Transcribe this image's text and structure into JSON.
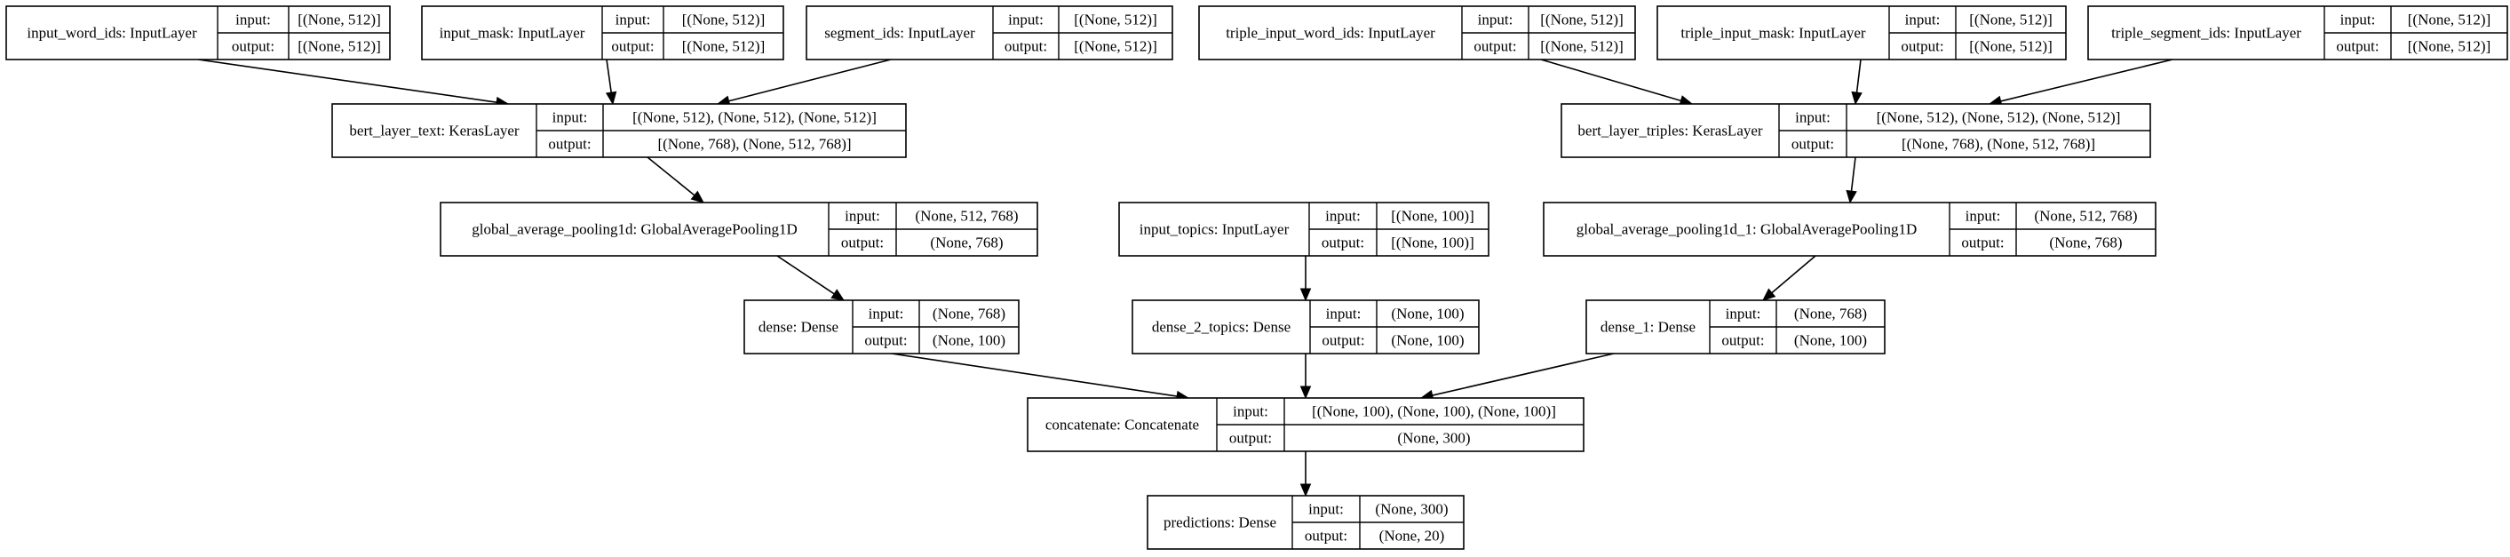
{
  "diagram": {
    "port_labels": {
      "input": "input:",
      "output": "output:"
    },
    "nodes": [
      {
        "id": "input_word_ids",
        "name": "input_word_ids: InputLayer",
        "input": "[(None, 512)]",
        "output": "[(None, 512)]"
      },
      {
        "id": "input_mask",
        "name": "input_mask: InputLayer",
        "input": "[(None, 512)]",
        "output": "[(None, 512)]"
      },
      {
        "id": "segment_ids",
        "name": "segment_ids: InputLayer",
        "input": "[(None, 512)]",
        "output": "[(None, 512)]"
      },
      {
        "id": "triple_input_word_ids",
        "name": "triple_input_word_ids: InputLayer",
        "input": "[(None, 512)]",
        "output": "[(None, 512)]"
      },
      {
        "id": "triple_input_mask",
        "name": "triple_input_mask: InputLayer",
        "input": "[(None, 512)]",
        "output": "[(None, 512)]"
      },
      {
        "id": "triple_segment_ids",
        "name": "triple_segment_ids: InputLayer",
        "input": "[(None, 512)]",
        "output": "[(None, 512)]"
      },
      {
        "id": "bert_layer_text",
        "name": "bert_layer_text: KerasLayer",
        "input": "[(None, 512), (None, 512), (None, 512)]",
        "output": "[(None, 768), (None, 512, 768)]"
      },
      {
        "id": "bert_layer_triples",
        "name": "bert_layer_triples: KerasLayer",
        "input": "[(None, 512), (None, 512), (None, 512)]",
        "output": "[(None, 768), (None, 512, 768)]"
      },
      {
        "id": "global_average_pooling1d",
        "name": "global_average_pooling1d: GlobalAveragePooling1D",
        "input": "(None, 512, 768)",
        "output": "(None, 768)"
      },
      {
        "id": "input_topics",
        "name": "input_topics: InputLayer",
        "input": "[(None, 100)]",
        "output": "[(None, 100)]"
      },
      {
        "id": "global_average_pooling1d_1",
        "name": "global_average_pooling1d_1: GlobalAveragePooling1D",
        "input": "(None, 512, 768)",
        "output": "(None, 768)"
      },
      {
        "id": "dense",
        "name": "dense: Dense",
        "input": "(None, 768)",
        "output": "(None, 100)"
      },
      {
        "id": "dense_2_topics",
        "name": "dense_2_topics: Dense",
        "input": "(None, 100)",
        "output": "(None, 100)"
      },
      {
        "id": "dense_1",
        "name": "dense_1: Dense",
        "input": "(None, 768)",
        "output": "(None, 100)"
      },
      {
        "id": "concatenate",
        "name": "concatenate: Concatenate",
        "input": "[(None, 100), (None, 100), (None, 100)]",
        "output": "(None, 300)"
      },
      {
        "id": "predictions",
        "name": "predictions: Dense",
        "input": "(None, 300)",
        "output": "(None, 20)"
      }
    ],
    "edges": [
      [
        "input_word_ids",
        "bert_layer_text"
      ],
      [
        "input_mask",
        "bert_layer_text"
      ],
      [
        "segment_ids",
        "bert_layer_text"
      ],
      [
        "triple_input_word_ids",
        "bert_layer_triples"
      ],
      [
        "triple_input_mask",
        "bert_layer_triples"
      ],
      [
        "triple_segment_ids",
        "bert_layer_triples"
      ],
      [
        "bert_layer_text",
        "global_average_pooling1d"
      ],
      [
        "bert_layer_triples",
        "global_average_pooling1d_1"
      ],
      [
        "global_average_pooling1d",
        "dense"
      ],
      [
        "input_topics",
        "dense_2_topics"
      ],
      [
        "global_average_pooling1d_1",
        "dense_1"
      ],
      [
        "dense",
        "concatenate"
      ],
      [
        "dense_2_topics",
        "concatenate"
      ],
      [
        "dense_1",
        "concatenate"
      ],
      [
        "concatenate",
        "predictions"
      ]
    ]
  }
}
